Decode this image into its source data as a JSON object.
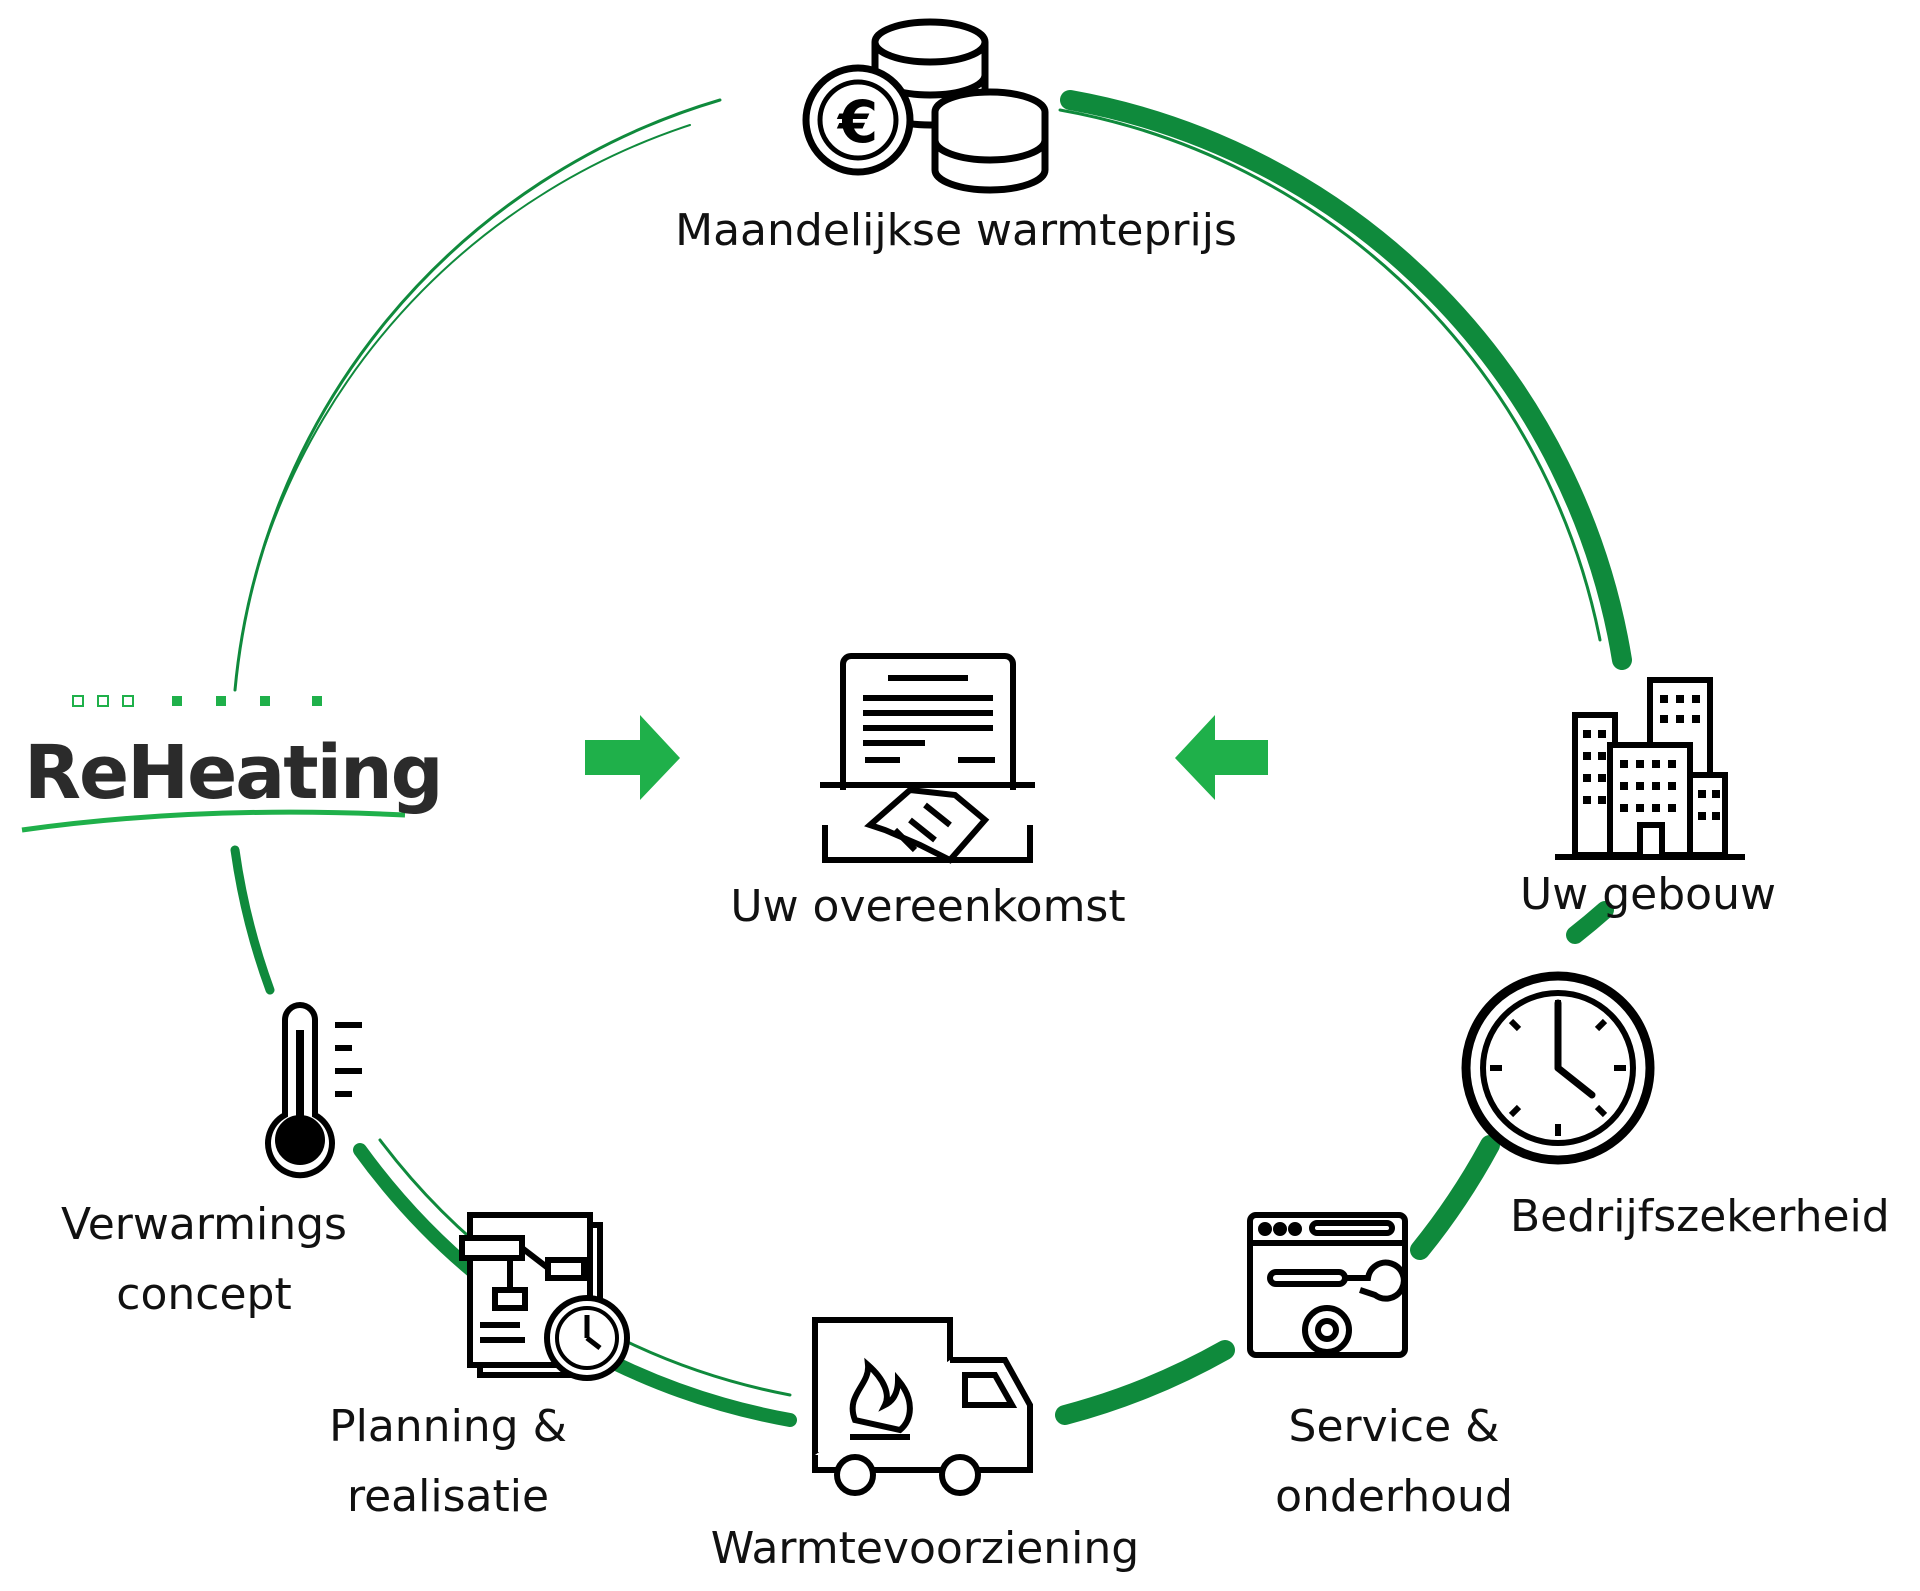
{
  "brand": {
    "name": "ReHeating",
    "colors": {
      "green": "#0f8a3c",
      "bright_green": "#1fb04a",
      "dark": "#2b2b2b"
    }
  },
  "center": {
    "label": "Uw overeenkomst",
    "icon": "contract-handshake-icon"
  },
  "cycle": [
    {
      "id": "maandelijkse",
      "label": "Maandelijkse warmteprijs",
      "icon": "euro-coins-icon"
    },
    {
      "id": "gebouw",
      "label": "Uw gebouw",
      "icon": "buildings-icon"
    },
    {
      "id": "bedrijf",
      "label": "Bedrijfszekerheid",
      "icon": "clock-icon"
    },
    {
      "id": "service",
      "label_lines": [
        "Service &",
        "onderhoud"
      ],
      "icon": "settings-wrench-icon"
    },
    {
      "id": "warmte",
      "label": "Warmtevoorziening",
      "icon": "fire-truck-icon"
    },
    {
      "id": "planning",
      "label_lines": [
        "Planning &",
        "realisatie"
      ],
      "icon": "plan-clock-icon"
    },
    {
      "id": "verwarming",
      "label_lines": [
        "Verwarmings",
        "concept"
      ],
      "icon": "thermometer-icon"
    }
  ],
  "arrows": [
    {
      "direction": "right",
      "icon": "arrow-right-icon"
    },
    {
      "direction": "left",
      "icon": "arrow-left-icon"
    }
  ]
}
